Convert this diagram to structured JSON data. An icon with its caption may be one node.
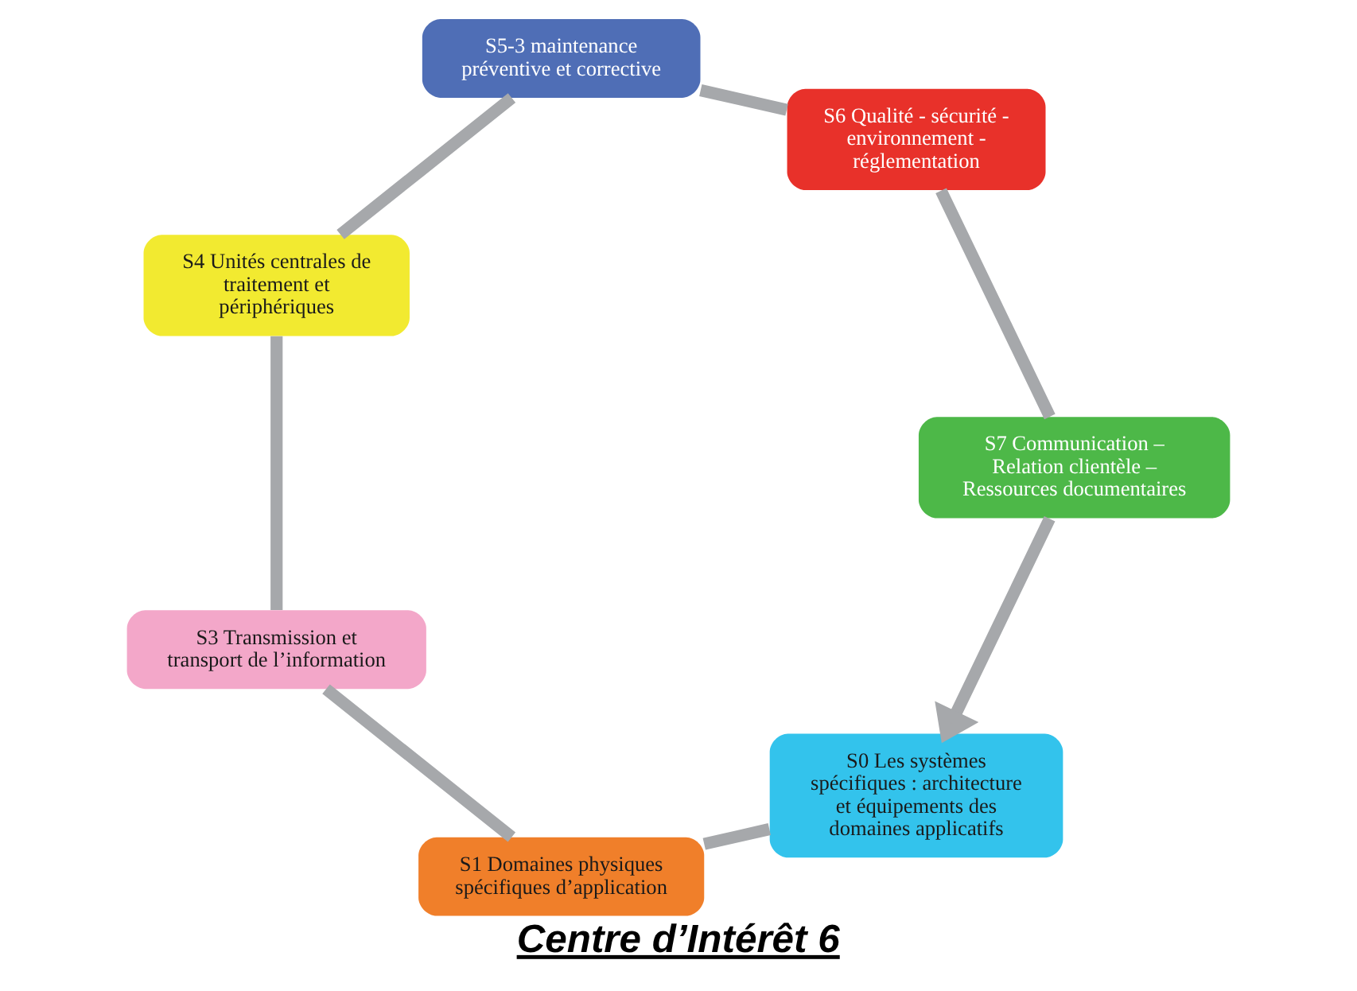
{
  "diagram": {
    "title": "Centre d’Intérêt 6",
    "nodes": [
      {
        "text": [
          "S0 Les systèmes spécifiques : architecture et équipements des domaines applicatifs"
        ]
      },
      {
        "text": [
          "S1 Domaines physiques spécifiques d’application"
        ]
      },
      {
        "text": [
          "S3 Transmission et transport de l’information"
        ]
      },
      {
        "text": [
          "S4 Unités centrales de traitement et périphériques"
        ]
      },
      {
        "text": [
          "S5-3 maintenance préventive et corrective"
        ]
      },
      {
        "text": [
          "S6 Qualité - sécurité - environnement - réglementation"
        ]
      },
      {
        "text": [
          "S7 Communication – Relation clientèle – Ressources documentaires"
        ]
      }
    ],
    "edges": [
      {
        "from": 0,
        "to": 1,
        "arrow": "none"
      },
      {
        "from": 1,
        "to": 2,
        "arrow": "none"
      },
      {
        "from": 2,
        "to": 3,
        "arrow": "none"
      },
      {
        "from": 3,
        "to": 4,
        "arrow": "none"
      },
      {
        "from": 4,
        "to": 5,
        "arrow": "none"
      },
      {
        "from": 5,
        "to": 6,
        "arrow": "none"
      },
      {
        "from": 6,
        "to": 0,
        "arrow": "to"
      }
    ]
  }
}
